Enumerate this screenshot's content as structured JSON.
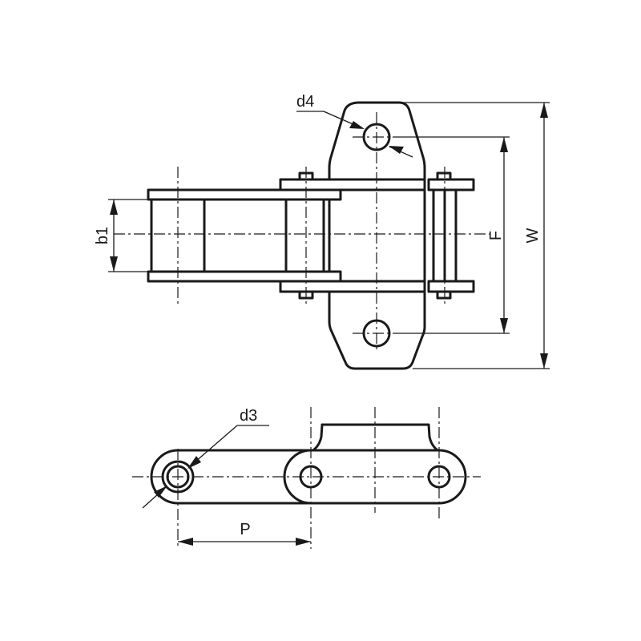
{
  "labels": {
    "d4": "d4",
    "b1": "b1",
    "F": "F",
    "W": "W",
    "d3": "d3",
    "P": "P"
  },
  "colors": {
    "line": "#1a1a1a",
    "background": "#ffffff"
  }
}
